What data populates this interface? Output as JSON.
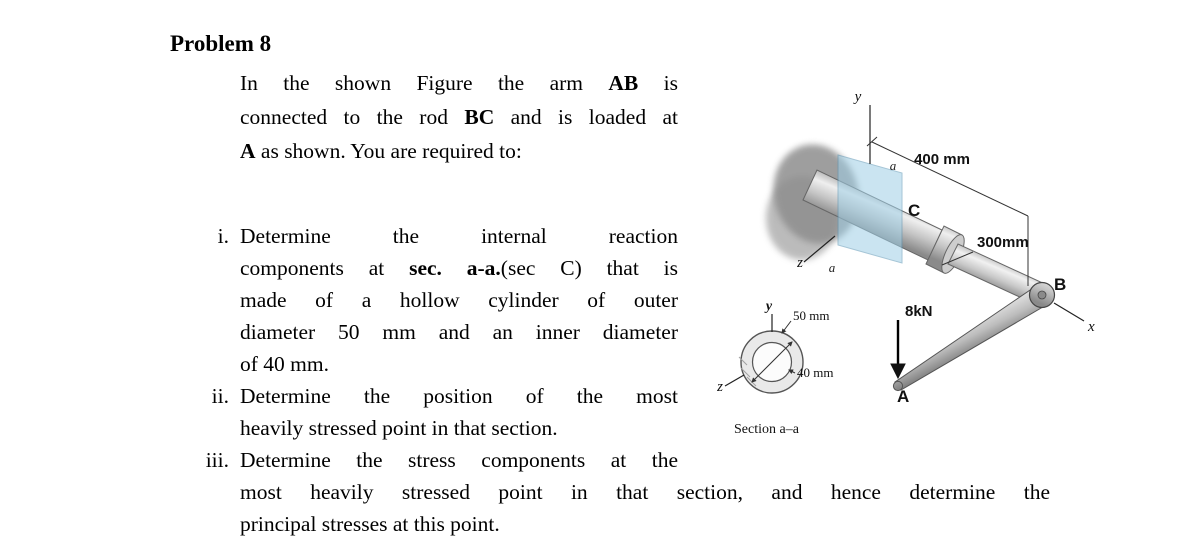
{
  "problem": {
    "title": "Problem 8",
    "intro_lines": [
      [
        {
          "t": "In the shown Figure the arm "
        },
        {
          "t": "AB",
          "b": true
        },
        {
          "t": " is"
        }
      ],
      [
        {
          "t": "connected to the rod "
        },
        {
          "t": "BC",
          "b": true
        },
        {
          "t": " and is loaded at"
        }
      ],
      [
        {
          "t": "A",
          "b": true
        },
        {
          "t": " as shown. You are required to:"
        }
      ]
    ],
    "items": [
      {
        "marker": "i.",
        "lines": [
          [
            {
              "t": "Determine the internal reaction"
            }
          ],
          [
            {
              "t": "components at "
            },
            {
              "t": "sec. a-a.",
              "b": true
            },
            {
              "t": "(sec C) that is"
            }
          ],
          [
            {
              "t": "made of a hollow cylinder of outer"
            }
          ],
          [
            {
              "t": "diameter 50 mm and an inner diameter"
            }
          ],
          [
            {
              "t": "of 40 mm."
            }
          ]
        ]
      },
      {
        "marker": "ii.",
        "lines": [
          [
            {
              "t": "Determine the position of the most"
            }
          ],
          [
            {
              "t": "heavily stressed point in that section."
            }
          ]
        ]
      },
      {
        "marker": "iii.",
        "lines": [
          [
            {
              "t": "Determine the stress components at the"
            }
          ],
          [
            {
              "t": "most heavily stressed point in that section, and hence determine the"
            }
          ],
          [
            {
              "t": "principal stresses at this point."
            }
          ]
        ]
      }
    ]
  },
  "figure": {
    "main": {
      "axis_y": "y",
      "axis_z": "z",
      "axis_x": "x",
      "label_a_upper": "a",
      "label_a_lower": "a",
      "point_C": "C",
      "point_B": "B",
      "point_A": "A",
      "dim_400": "400 mm",
      "dim_300": "300mm",
      "force": "8kN"
    },
    "section": {
      "axis_y": "y",
      "axis_z": "z",
      "outer_dia": "50 mm",
      "inner_dia": "40 mm",
      "caption": "Section a–a"
    },
    "colors": {
      "section_plane": "#9fcfe6",
      "metal_light": "#eeeeee",
      "metal_dark": "#8f8f8f"
    }
  }
}
